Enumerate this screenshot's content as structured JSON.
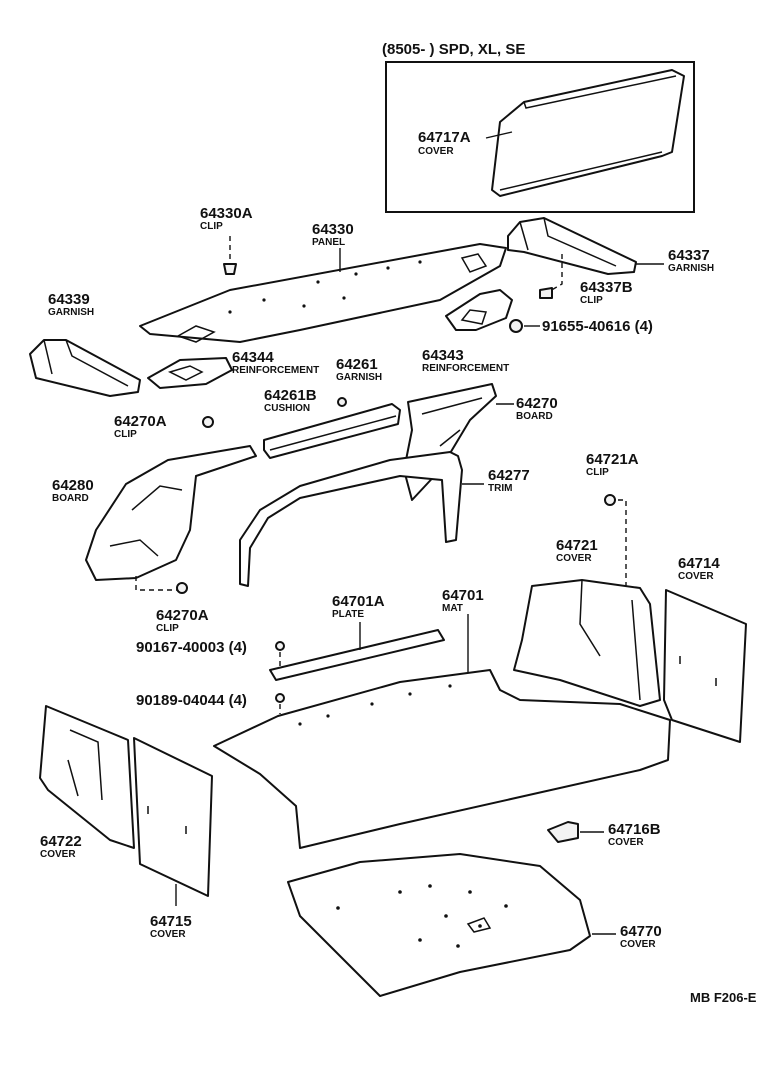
{
  "inset": {
    "header": "(8505-        ) SPD, XL, SE"
  },
  "labels": {
    "p64717A": {
      "number": "64717A",
      "name": "COVER"
    },
    "p64330A": {
      "number": "64330A",
      "name": "CLIP"
    },
    "p64330": {
      "number": "64330",
      "name": "PANEL"
    },
    "p64337": {
      "number": "64337",
      "name": "GARNISH"
    },
    "p64337B": {
      "number": "64337B",
      "name": "CLIP"
    },
    "p64339": {
      "number": "64339",
      "name": "GARNISH"
    },
    "p91655": {
      "number": "91655-40616 (4)"
    },
    "p64344": {
      "number": "64344",
      "name": "REINFORCEMENT"
    },
    "p64343": {
      "number": "64343",
      "name": "REINFORCEMENT"
    },
    "p64261": {
      "number": "64261",
      "name": "GARNISH"
    },
    "p64261B": {
      "number": "64261B",
      "name": "CUSHION"
    },
    "p64270": {
      "number": "64270",
      "name": "BOARD"
    },
    "p64270A_top": {
      "number": "64270A",
      "name": "CLIP"
    },
    "p64280": {
      "number": "64280",
      "name": "BOARD"
    },
    "p64277": {
      "number": "64277",
      "name": "TRIM"
    },
    "p64721A": {
      "number": "64721A",
      "name": "CLIP"
    },
    "p64721": {
      "number": "64721",
      "name": "COVER"
    },
    "p64714": {
      "number": "64714",
      "name": "COVER"
    },
    "p64270A_bot": {
      "number": "64270A",
      "name": "CLIP"
    },
    "p64701A": {
      "number": "64701A",
      "name": "PLATE"
    },
    "p64701": {
      "number": "64701",
      "name": "MAT"
    },
    "p90167": {
      "number": "90167-40003 (4)"
    },
    "p90189": {
      "number": "90189-04044 (4)"
    },
    "p64722": {
      "number": "64722",
      "name": "COVER"
    },
    "p64716B": {
      "number": "64716B",
      "name": "COVER"
    },
    "p64715": {
      "number": "64715",
      "name": "COVER"
    },
    "p64770": {
      "number": "64770",
      "name": "COVER"
    }
  },
  "figure_ref": "MB F206-E"
}
